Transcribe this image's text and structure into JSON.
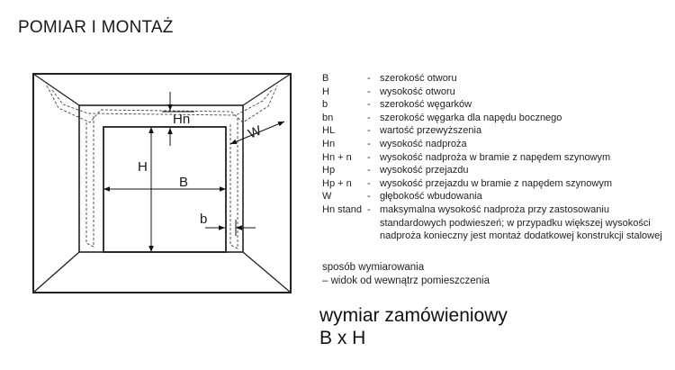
{
  "page": {
    "title": "POMIAR I MONTAŻ"
  },
  "diagram": {
    "labels": {
      "hn": "Hn",
      "h": "H",
      "b_width": "B",
      "b_small": "b",
      "w": "W"
    }
  },
  "legend": [
    {
      "symbol": "B",
      "dash": "-",
      "text": "szerokość otworu"
    },
    {
      "symbol": "H",
      "dash": "-",
      "text": "wysokość otworu"
    },
    {
      "symbol": "b",
      "dash": "-",
      "text": "szerokość węgarków"
    },
    {
      "symbol": "bn",
      "dash": "-",
      "text": "szerokość węgarka dla napędu bocznego"
    },
    {
      "symbol": "HL",
      "dash": "-",
      "text": "wartość przewyższenia"
    },
    {
      "symbol": "Hn",
      "dash": "-",
      "text": "wysokość nadproża"
    },
    {
      "symbol": "Hn + n",
      "dash": "-",
      "text": "wysokość nadproża w bramie z napędem szynowym"
    },
    {
      "symbol": "Hp",
      "dash": "-",
      "text": "wysokość przejazdu"
    },
    {
      "symbol": "Hp + n",
      "dash": "-",
      "text": "wysokość przejazdu w bramie z napędem szynowym"
    },
    {
      "symbol": "W",
      "dash": "-",
      "text": "głębokość wbudowania"
    },
    {
      "symbol": "Hn stand",
      "dash": "-",
      "text": "maksymalna wysokość nadproża przy zastosowaniu standardowych podwieszeń; w przypadku większej wysokości nadproża konieczny jest montaż dodatkowej konstrukcji stalowej"
    }
  ],
  "method": {
    "line1": "sposób wymiarowania",
    "line2": "– widok od wewnątrz pomieszczenia"
  },
  "order": {
    "line1": "wymiar zamówieniowy",
    "line2": "B x H"
  }
}
